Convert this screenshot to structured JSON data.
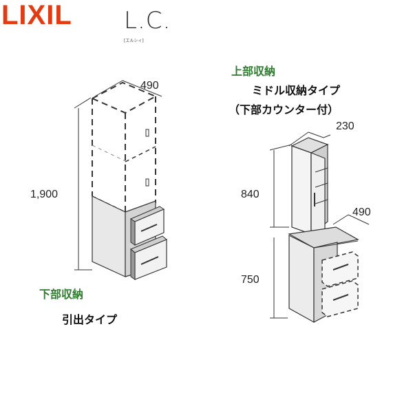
{
  "brand": {
    "logo_text": "LIXIL",
    "series_name": "L.C.",
    "series_reading": "[エルシィ]",
    "logo_color": "#e8380d"
  },
  "left_unit": {
    "width_dim": "490",
    "height_dim": "1,900",
    "category_label": "下部収納",
    "type_label": "引出タイプ"
  },
  "right_unit": {
    "category_label": "上部収納",
    "type_label": "ミドル収納タイプ",
    "type_note": "（下部カウンター付）",
    "upper_width_dim": "230",
    "upper_height_dim": "840",
    "counter_depth_dim": "490",
    "lower_height_dim": "750"
  },
  "colors": {
    "label_green": "#2e7d2e",
    "line": "#333333",
    "panel_light": "#e7e7e7",
    "panel_mid": "#d0d0d0",
    "panel_dark": "#9a9a9a"
  }
}
